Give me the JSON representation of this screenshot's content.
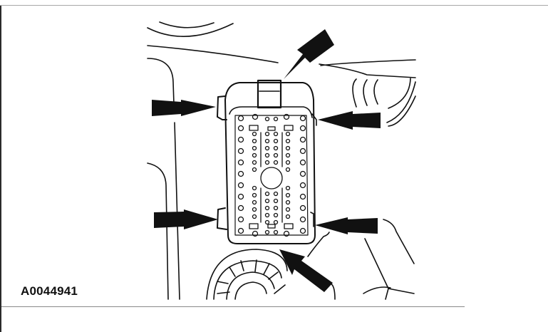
{
  "figure": {
    "id_label": "A0044941",
    "subject": "electrical-connector",
    "callout_arrows": [
      {
        "name": "arrow-top-right",
        "points_to": "top-lock-tab"
      },
      {
        "name": "arrow-left-upper",
        "points_to": "left-upper-tab"
      },
      {
        "name": "arrow-right-upper",
        "points_to": "right-upper-tab"
      },
      {
        "name": "arrow-left-lower",
        "points_to": "left-lower-tab"
      },
      {
        "name": "arrow-right-lower",
        "points_to": "right-lower-tab"
      },
      {
        "name": "arrow-bottom-right",
        "points_to": "bottom-edge"
      }
    ],
    "line_color": "#111111",
    "background": "#ffffff"
  }
}
